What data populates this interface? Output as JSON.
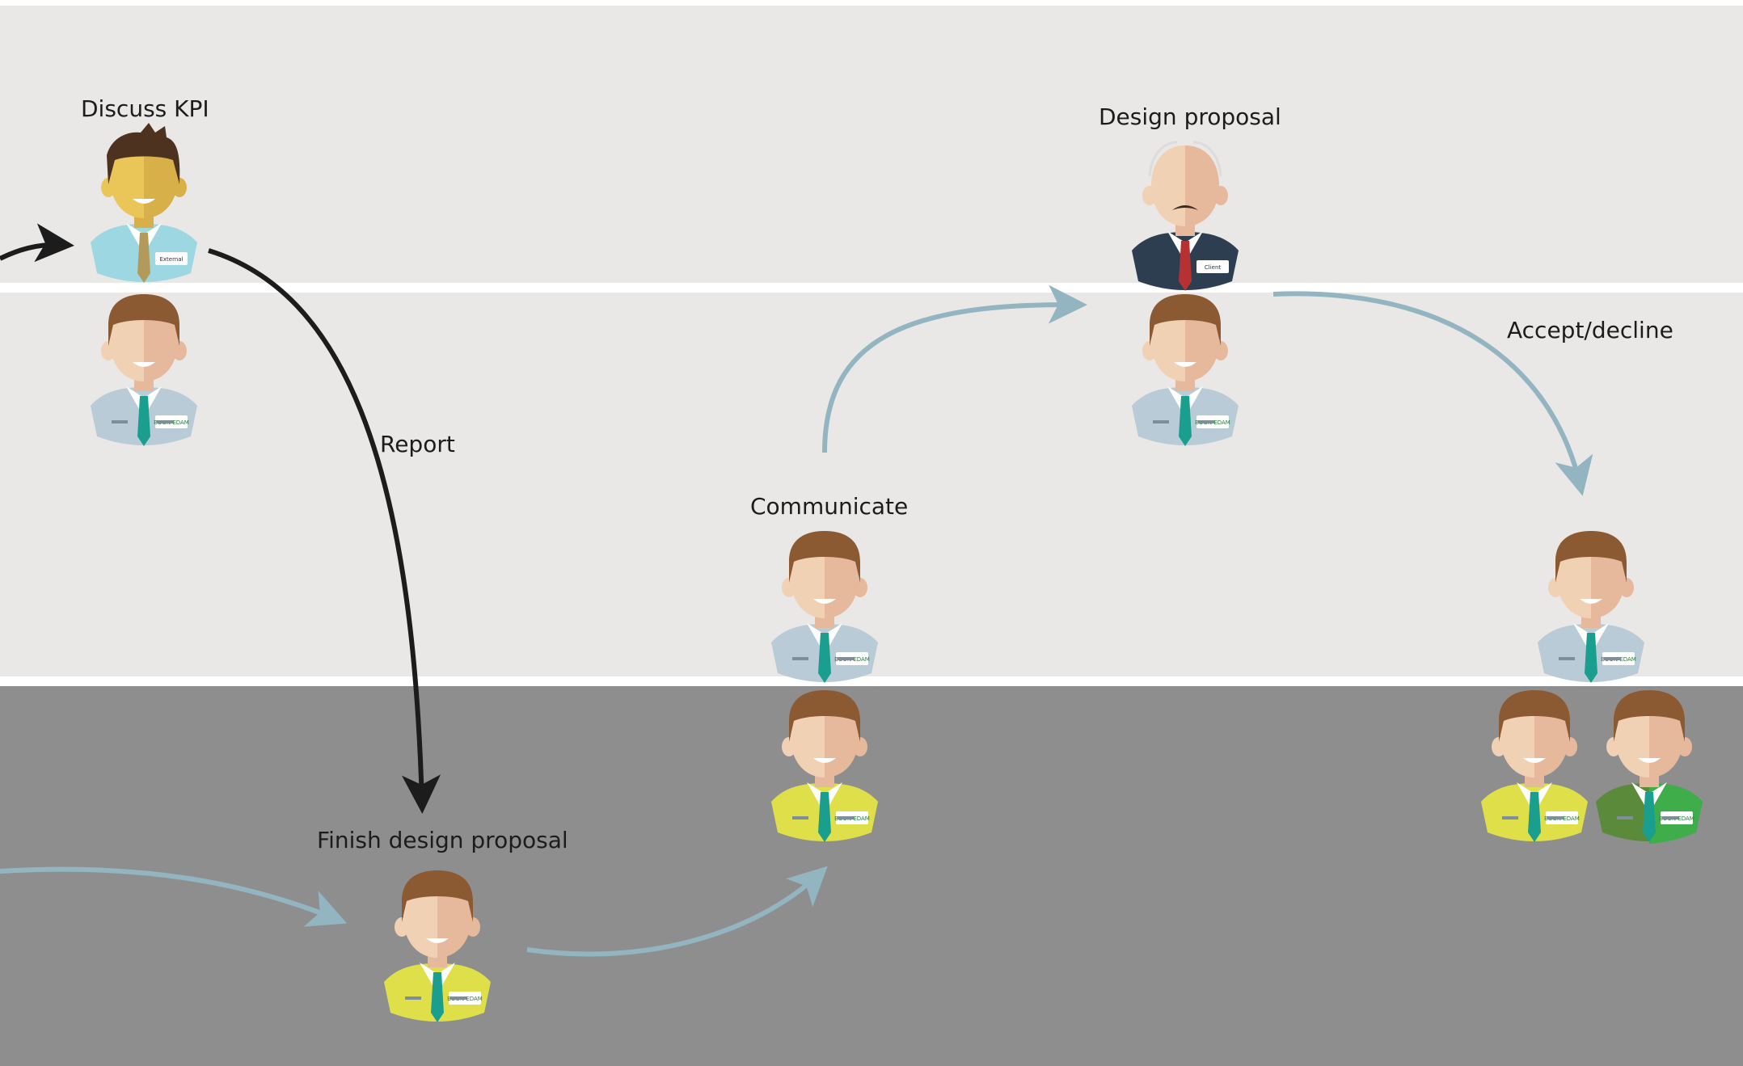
{
  "steps": {
    "discuss_kpi": "Discuss KPI",
    "design_proposal": "Design proposal",
    "report": "Report",
    "communicate": "Communicate",
    "accept_decline": "Accept/decline",
    "finish_design_proposal": "Finish design proposal"
  },
  "badges": {
    "external": "External",
    "client": "Client",
    "company": "BOON EDAM"
  },
  "colors": {
    "lane_light": "#e9e8e6",
    "lane_dark": "#8f8e8f",
    "flow_arrow": "#93b5c1",
    "report_arrow": "#1c1c1c",
    "shirt_employee": "#b9cbd6",
    "shirt_yellow": "#dfe049",
    "shirt_green": "#5a8a3a",
    "shirt_external": "#9dd8e2",
    "suit_client": "#2d3e50"
  },
  "icons": {
    "person": "person-icon",
    "arrow": "arrow-icon"
  }
}
